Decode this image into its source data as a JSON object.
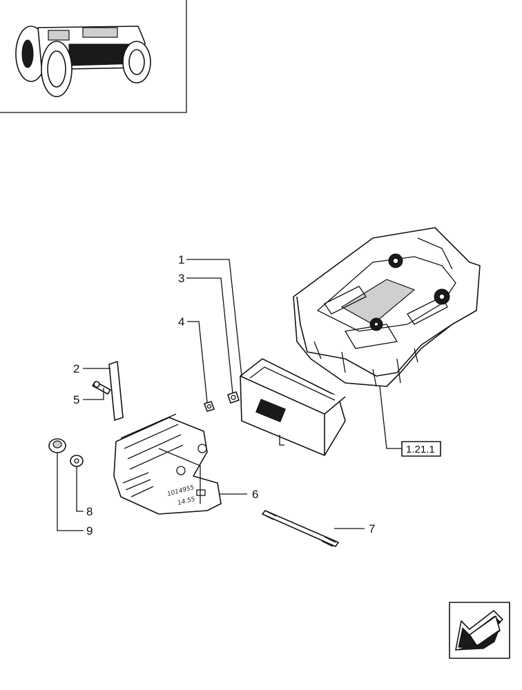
{
  "callouts": [
    {
      "id": "1",
      "label": "1"
    },
    {
      "id": "2",
      "label": "2"
    },
    {
      "id": "3",
      "label": "3"
    },
    {
      "id": "4",
      "label": "4"
    },
    {
      "id": "5",
      "label": "5"
    },
    {
      "id": "6",
      "label": "6"
    },
    {
      "id": "7",
      "label": "7"
    },
    {
      "id": "8",
      "label": "8"
    },
    {
      "id": "9",
      "label": "9"
    }
  ],
  "reference": {
    "label": "1.21.1"
  },
  "weight_stamp": {
    "line1": "1014955",
    "line2": "14.55"
  },
  "icons": {
    "thumbnail": "tractor-front-icon",
    "navigation": "arrow-down-left-icon"
  }
}
